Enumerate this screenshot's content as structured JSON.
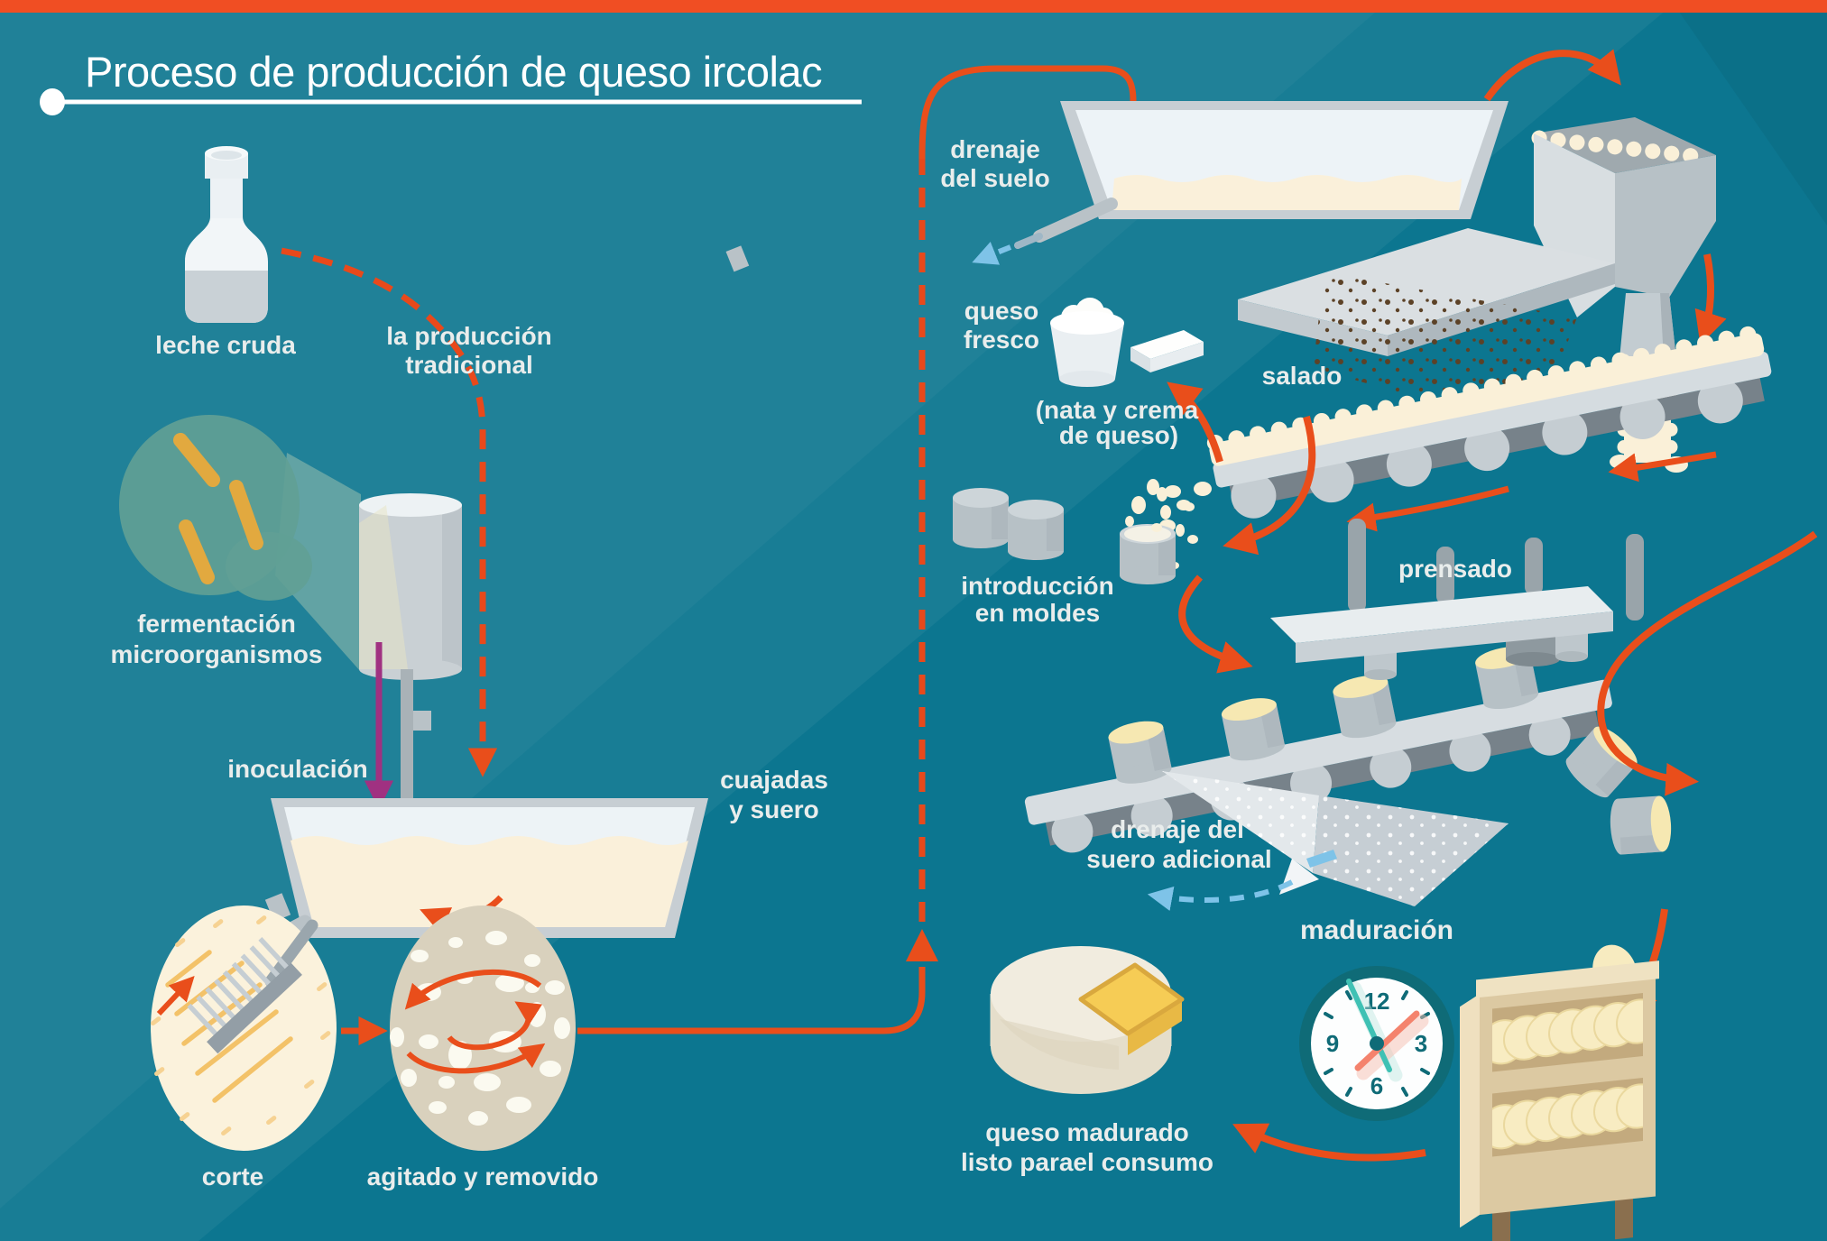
{
  "title": "Proceso de producción de queso ircolac",
  "palette": {
    "background_teal": "#0C7690",
    "top_bar_orange": "#F04E23",
    "flow_arrow_orange": "#E94E1B",
    "label_text": "#E9EDEC",
    "milk_cream": "#FAF0D8",
    "metal_gray": "#C7CED3",
    "bacteria_yellow": "#E2A93F",
    "inoculation_purple": "#A03181",
    "drain_blue": "#7EC3E8",
    "clock_hand_teal": "#3FC1B4",
    "clock_hand_salmon": "#F4836D",
    "shelf_wood_tan": "#DCC9A2",
    "cheese_wedge_yellow": "#F6CC55"
  },
  "labels": {
    "leche_cruda": "leche cruda",
    "prod_trad_l1": "la producción",
    "prod_trad_l2": "tradicional",
    "fermentacion_l1": "fermentación",
    "fermentacion_l2": "microorganismos",
    "inoculacion": "inoculación",
    "cuajadas_l1": "cuajadas",
    "cuajadas_l2": "y suero",
    "corte": "corte",
    "agitado": "agitado y removido",
    "drenaje_suelo_l1": "drenaje",
    "drenaje_suelo_l2": "del suelo",
    "queso_fresco_l1": "queso",
    "queso_fresco_l2": "fresco",
    "nata_l1": "(nata y crema",
    "nata_l2": "de queso)",
    "salado": "salado",
    "introduccion_l1": "introducción",
    "introduccion_l2": "en moldes",
    "prensado": "prensado",
    "drenaje_suero_l1": "drenaje del",
    "drenaje_suero_l2": "suero adicional",
    "maduracion": "maduración",
    "queso_madurado_l1": "queso madurado",
    "queso_madurado_l2": "listo parael consumo"
  },
  "clock": {
    "h12": "12",
    "h3": "3",
    "h6": "6",
    "h9": "9"
  }
}
